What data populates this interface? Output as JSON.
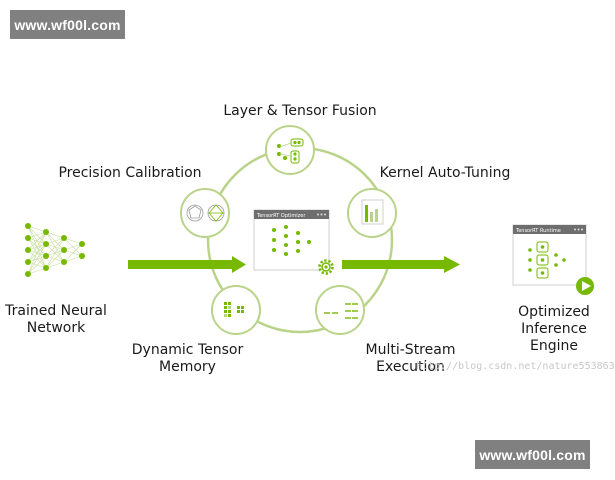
{
  "watermark": {
    "top": "www.wf00l.com",
    "bottom": "www.wf00l.com"
  },
  "labels": {
    "trained_network": [
      "Trained Neural",
      "Network"
    ],
    "layer_fusion": "Layer & Tensor Fusion",
    "precision": "Precision Calibration",
    "kernel": "Kernel Auto-Tuning",
    "memory": [
      "Dynamic Tensor",
      "Memory"
    ],
    "multistream": [
      "Multi-Stream",
      "Execution"
    ],
    "optimized": [
      "Optimized",
      "Inference",
      "Engine"
    ]
  },
  "windows": {
    "optimizer_title": "TensorRT Optimizer",
    "runtime_title": "TensorRT Runtime"
  },
  "credit": "http://blog.csdn.net/nature553863",
  "colors": {
    "accent": "#76b900",
    "ring": "#b9d48a",
    "text": "#1a1a1a",
    "watermark_bg": "#808080"
  }
}
